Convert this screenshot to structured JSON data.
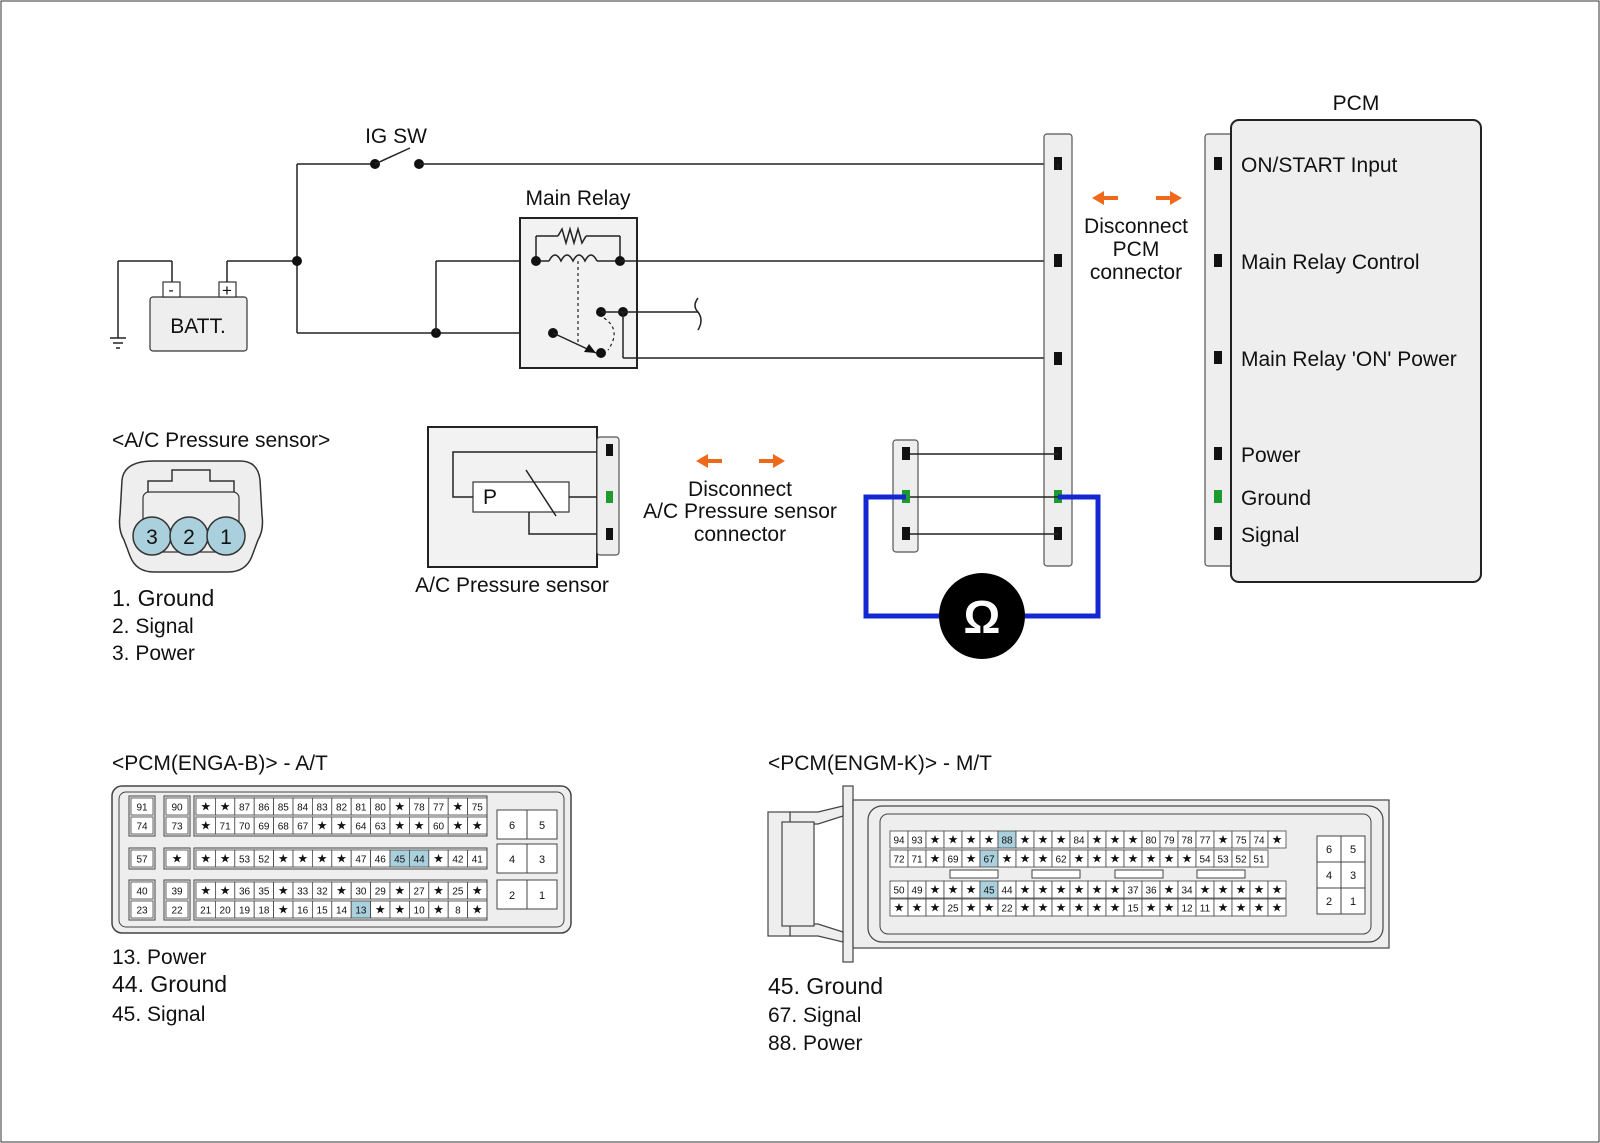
{
  "labels": {
    "ig_sw": "IG SW",
    "main_relay": "Main Relay",
    "batt": "BATT.",
    "batt_minus": "-",
    "batt_plus": "+",
    "pcm": "PCM",
    "disconnect_pcm": [
      "Disconnect",
      "PCM",
      "connector"
    ],
    "disconnect_ac": [
      "Disconnect",
      "A/C Pressure sensor",
      "connector"
    ],
    "ac_sensor_title": "<A/C Pressure sensor>",
    "ac_sensor_name": "A/C Pressure sensor",
    "sensor_p": "P",
    "ohm": "Ω"
  },
  "pcm_pins": [
    {
      "label": "ON/START Input",
      "color": "#111111"
    },
    {
      "label": "Main Relay Control",
      "color": "#111111"
    },
    {
      "label": "Main Relay 'ON' Power",
      "color": "#111111"
    },
    {
      "label": "Power",
      "color": "#111111"
    },
    {
      "label": "Ground",
      "color": "#2e8b2e"
    },
    {
      "label": "Signal",
      "color": "#111111"
    }
  ],
  "ac_connector": {
    "pins": [
      "3",
      "2",
      "1"
    ],
    "legend": [
      {
        "text": "1. Ground",
        "color": "#2e8b2e"
      },
      {
        "text": "2. Signal",
        "color": "#111111"
      },
      {
        "text": "3. Power",
        "color": "#111111"
      }
    ]
  },
  "pcm_ab": {
    "title": "<PCM(ENGA-B)> - A/T",
    "rows": [
      [
        "91",
        "90",
        "★",
        "★",
        "87",
        "86",
        "85",
        "84",
        "83",
        "82",
        "81",
        "80",
        "★",
        "78",
        "77",
        "★",
        "75"
      ],
      [
        "74",
        "73",
        "★",
        "71",
        "70",
        "69",
        "68",
        "67",
        "★",
        "★",
        "64",
        "63",
        "★",
        "★",
        "60",
        "★",
        "★"
      ],
      [
        "57",
        "★",
        "★",
        "★",
        "53",
        "52",
        "★",
        "★",
        "★",
        "★",
        "47",
        "46",
        "45",
        "44",
        "★",
        "42",
        "41"
      ],
      [
        "40",
        "39",
        "★",
        "★",
        "36",
        "35",
        "★",
        "33",
        "32",
        "★",
        "30",
        "29",
        "★",
        "27",
        "★",
        "25",
        "★"
      ],
      [
        "23",
        "22",
        "21",
        "20",
        "19",
        "18",
        "★",
        "16",
        "15",
        "14",
        "13",
        "★",
        "★",
        "10",
        "★",
        "8",
        "★"
      ]
    ],
    "highlight": [
      "45",
      "44",
      "13"
    ],
    "side": [
      [
        "6",
        "5"
      ],
      [
        "4",
        "3"
      ],
      [
        "2",
        "1"
      ]
    ],
    "legend": [
      {
        "text": "13. Power",
        "color": "#111111"
      },
      {
        "text": "44. Ground",
        "color": "#2e8b2e"
      },
      {
        "text": "45. Signal",
        "color": "#111111"
      }
    ]
  },
  "pcm_mk": {
    "title": "<PCM(ENGM-K)> - M/T",
    "rows": [
      [
        "94",
        "93",
        "★",
        "★",
        "★",
        "★",
        "88",
        "★",
        "★",
        "★",
        "84",
        "★",
        "★",
        "★",
        "80",
        "79",
        "78",
        "77",
        "★",
        "75",
        "74",
        "★"
      ],
      [
        "72",
        "71",
        "★",
        "69",
        "★",
        "67",
        "★",
        "★",
        "★",
        "62",
        "★",
        "★",
        "★",
        "★",
        "★",
        "★",
        "★",
        "54",
        "53",
        "52",
        "51"
      ],
      [
        "50",
        "49",
        "★",
        "★",
        "★",
        "45",
        "44",
        "★",
        "★",
        "★",
        "★",
        "★",
        "★",
        "37",
        "36",
        "★",
        "34",
        "★",
        "★",
        "★",
        "★",
        "★"
      ],
      [
        "★",
        "★",
        "★",
        "25",
        "★",
        "★",
        "22",
        "★",
        "★",
        "★",
        "★",
        "★",
        "★",
        "15",
        "★",
        "★",
        "12",
        "11",
        "★",
        "★",
        "★",
        "★"
      ]
    ],
    "highlight": [
      "88",
      "67",
      "45"
    ],
    "side": [
      [
        "6",
        "5"
      ],
      [
        "4",
        "3"
      ],
      [
        "2",
        "1"
      ]
    ],
    "legend": [
      {
        "text": "45. Ground",
        "color": "#2e8b2e"
      },
      {
        "text": "67. Signal",
        "color": "#111111"
      },
      {
        "text": "88. Power",
        "color": "#111111"
      }
    ]
  },
  "colors": {
    "meter_wire": "#1428d2",
    "arrow": "#ee6a1a",
    "ground": "#2e8b2e",
    "highlight": "#a9d0dc"
  }
}
